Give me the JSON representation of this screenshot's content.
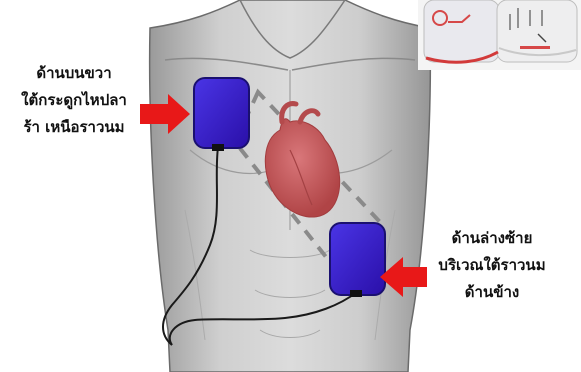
{
  "labels": {
    "upper_right": {
      "line1": "ด้านบนขวา",
      "line2": "ใต้กระดูกไหปลา",
      "line3": "ร้า เหนือราวนม"
    },
    "lower_left": {
      "line1": "ด้านล่างซ้าย",
      "line2": "บริเวณใต้ราวนม",
      "line3": "ด้านข้าง"
    }
  },
  "colors": {
    "pad_fill": "#3a1fd0",
    "arrow_fill": "#e81818",
    "heart_fill": "#c9585a",
    "torso_fill": "#c8c8c8",
    "lead_wire": "#1a1a1a"
  }
}
